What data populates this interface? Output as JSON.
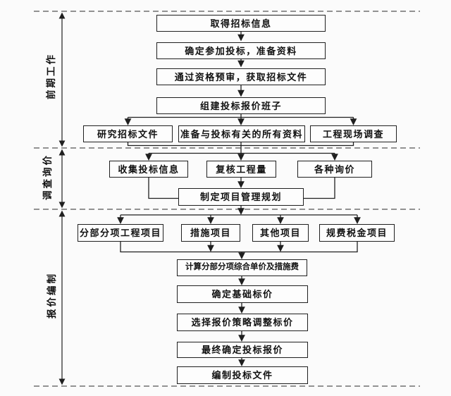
{
  "colors": {
    "line": "#1f1f1f",
    "divider": "#6f6f6f",
    "box_border": "#1f1f1f",
    "box_fill": "#fdfdfd",
    "text": "#111111",
    "background": "#fbfbfb"
  },
  "sections": [
    {
      "label": "前期工作",
      "steps": [
        "取得招标信息",
        "确定参加投标，准备资料",
        "通过资格预审，获取招标文件",
        "组建投标报价班子"
      ],
      "parallel": [
        "研究招标文件",
        "准备与投标有关的所有资料",
        "工程现场调查"
      ]
    },
    {
      "label": "调查询价",
      "parallel": [
        "收集投标信息",
        "复核工程量",
        "各种询价"
      ],
      "merge": "制定项目管理规划"
    },
    {
      "label": "报价编制",
      "parallel": [
        "分部分项工程项目",
        "措施项目",
        "其他项目",
        "规费税金项目"
      ],
      "steps": [
        "计算分部分项综合单价及措施费",
        "确定基础标价",
        "选择报价策略调整标价",
        "最终确定投标报价",
        "编制投标文件"
      ]
    }
  ]
}
